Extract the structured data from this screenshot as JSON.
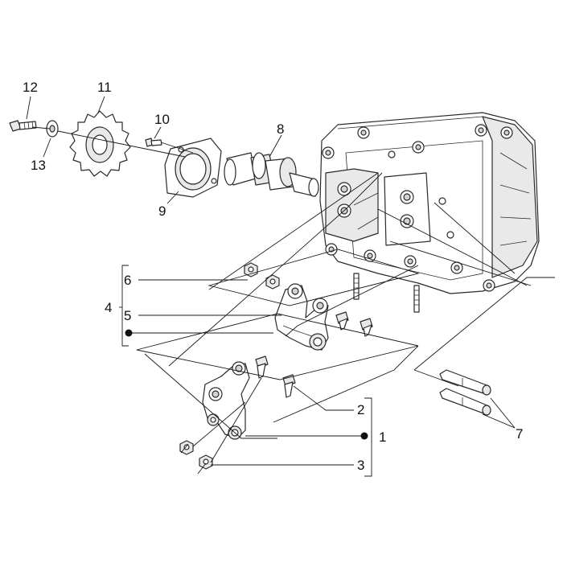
{
  "callouts": {
    "c1": "1",
    "c2": "2",
    "c3": "3",
    "c4": "4",
    "c5": "5",
    "c6": "6",
    "c7": "7",
    "c8": "8",
    "c9": "9",
    "c10": "10",
    "c11": "11",
    "c12": "12",
    "c13": "13"
  },
  "colors": {
    "ink": "#111111",
    "shade": "#d2d2d2"
  }
}
